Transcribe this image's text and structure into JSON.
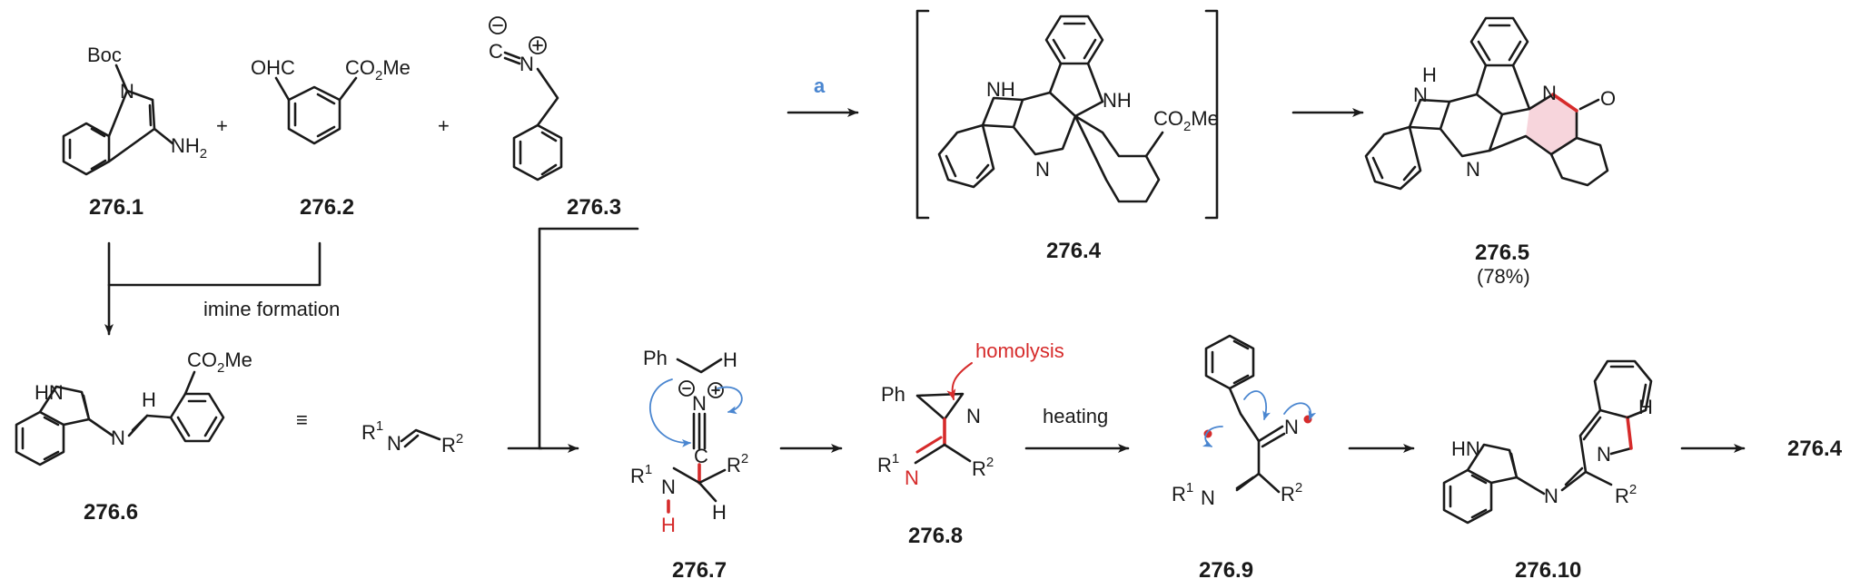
{
  "compounds": {
    "c2761": {
      "label": "276.1",
      "boc": "Boc",
      "n": "N",
      "nh": "NH",
      "two": "2"
    },
    "c2762": {
      "label": "276.2",
      "ohc": "OHC",
      "co2me_a": "CO",
      "co2me_b": "2",
      "co2me_c": "Me"
    },
    "c2763": {
      "label": "276.3",
      "n": "N"
    },
    "c2764": {
      "label": "276.4",
      "nh_a": "NH",
      "nh_b": "N",
      "h_b": "H",
      "n_py": "N",
      "co2me_a": "CO",
      "co2me_b": "2",
      "co2me_c": "Me"
    },
    "c2765": {
      "label": "276.5",
      "yield": "(78%)",
      "h": "H",
      "n_in": "N",
      "n_py": "N",
      "n_lac": "N",
      "o": "O"
    },
    "c2766": {
      "label": "276.6",
      "hn": "HN",
      "n": "N",
      "h": "H",
      "co2me_a": "CO",
      "co2me_b": "2",
      "co2me_c": "Me"
    },
    "c2767": {
      "label": "276.7",
      "ph": "Ph",
      "h": "H",
      "n": "N",
      "c": "C",
      "r1": "R",
      "one": "1",
      "r2": "R",
      "two": "2",
      "nh": "N",
      "h2": "H",
      "h3": "H"
    },
    "c2768": {
      "label": "276.8",
      "ph": "Ph",
      "n": "N",
      "r1": "R",
      "one": "1",
      "n2": "N",
      "r2": "R",
      "two": "2"
    },
    "c2769": {
      "label": "276.9",
      "n": "N",
      "r1": "R",
      "one": "1",
      "n2": "N",
      "r2": "R",
      "two": "2"
    },
    "c27610": {
      "label": "276.10",
      "hn": "HN",
      "n": "N",
      "n2": "N",
      "h": "H",
      "r2": "R",
      "two": "2"
    },
    "generic_imine": {
      "r1": "R",
      "one": "1",
      "n": "N",
      "r2": "R",
      "two": "2"
    }
  },
  "reagents": {
    "plus": "+",
    "equiv": "≡",
    "step_a": "a"
  },
  "annotations": {
    "imine_formation": "imine formation",
    "homolysis": "homolysis",
    "heating": "heating",
    "final_target": "276.4"
  },
  "colors": {
    "bond": "#1a1a1a",
    "red": "#d62b2b",
    "blue": "#4a86d0",
    "highlight": "#f7d5dc"
  }
}
